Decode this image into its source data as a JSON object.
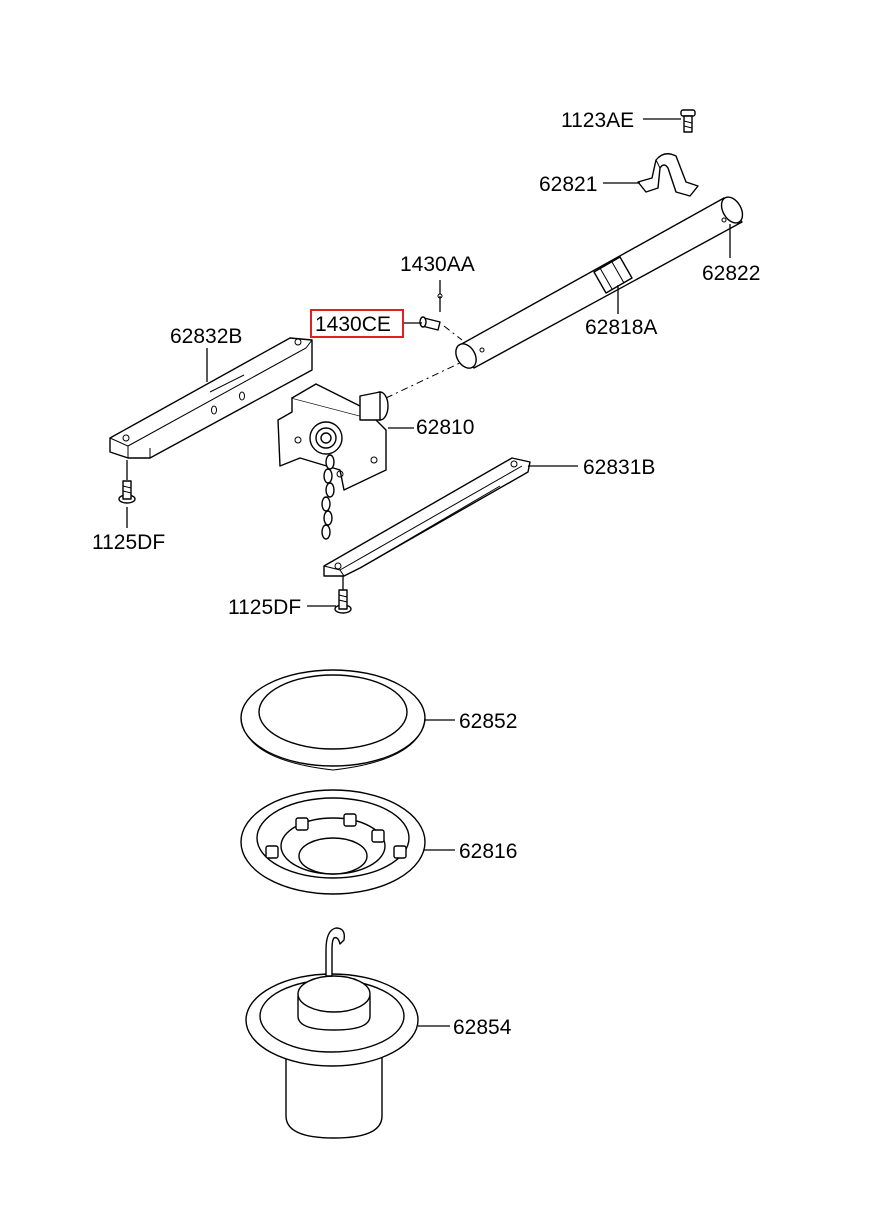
{
  "highlight_color": "#e02020",
  "callouts": {
    "c1123AE": "1123AE",
    "c62821": "62821",
    "c62822": "62822",
    "c1430AA": "1430AA",
    "c1430CE": "1430CE",
    "c62818A": "62818A",
    "c62832B": "62832B",
    "c62810": "62810",
    "c62831B": "62831B",
    "c1125DF_left": "1125DF",
    "c1125DF_mid": "1125DF",
    "c62852": "62852",
    "c62816": "62816",
    "c62854": "62854"
  }
}
